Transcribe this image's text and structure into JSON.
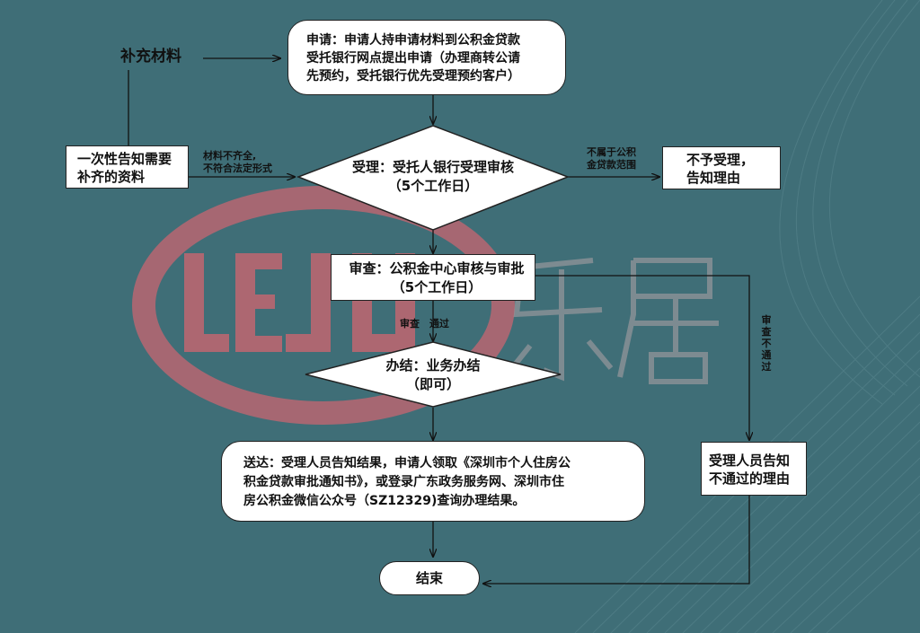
{
  "watermark": {
    "logo_text": "LEJU",
    "cn_text": "乐居"
  },
  "nodes": {
    "supplement": "补充材料",
    "apply": [
      "申请：申请人持申请材料到公积金贷款",
      "受托银行网点提出申请（办理商转公请",
      "先预约，受托银行优先受理预约客户）"
    ],
    "notify_once": [
      "一次性告知需要",
      "补齐的资料"
    ],
    "accept": [
      "受理：受托人银行受理审核",
      "（5个工作日）"
    ],
    "reject": [
      "不予受理，",
      "告知理由"
    ],
    "review": [
      "审查：公积金中心审核与审批",
      "（5个工作日）"
    ],
    "conclude": [
      "办结：业务办结",
      "（即可）"
    ],
    "deliver": [
      "送达：受理人员告知结果，申请人领取《深圳市个人住房公",
      "积金贷款审批通知书》，或登录广东政务服务网、深圳市住",
      "房公积金微信公众号（SZ12329)查询办理结果。"
    ],
    "notify_fail": [
      "受理人员告知",
      "不通过的理由"
    ],
    "end": "结束"
  },
  "edge_labels": {
    "incomplete": [
      "材料不齐全,",
      "不符合法定形式"
    ],
    "out_of_scope": [
      "不属于公积",
      "金贷款范围"
    ],
    "pass": "审查　通过",
    "fail": [
      "审",
      "查",
      "不",
      "通",
      "过"
    ]
  },
  "colors": {
    "background": "#3f6e77",
    "watermark": "#c96670"
  }
}
